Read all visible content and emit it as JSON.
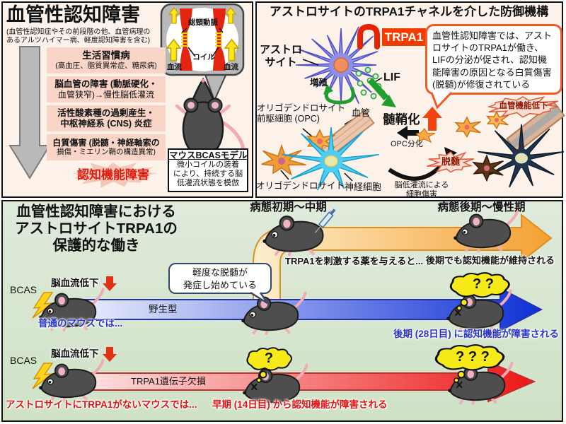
{
  "tl": {
    "title": "血管性認知障害",
    "subtitle1": "(血管性認知症やその前段階の他、血管病理の",
    "subtitle2": "あるアルツハイマー病、軽度認知障害を含む)",
    "boxes": [
      {
        "l1": "生活習慣病",
        "l2": "(高血圧、脂質異常症、糖尿病)"
      },
      {
        "l1": "脳血管の障害 (動脈硬化・",
        "l2": "血管狭窄)→慢性脳低灌流"
      },
      {
        "l1": "活性酸素種の過剰産生・",
        "l2": "中枢神経系 (CNS) 炎症"
      },
      {
        "l1": "白質傷害 (脱髄・神経軸索の",
        "l2": "損傷・ミエリン鞘の構造異常)"
      }
    ],
    "outcome": "認知機能障害",
    "inset": {
      "artery": "総頸動脈",
      "coil": "コイル",
      "flow_left": "血流",
      "flow_right": "血流"
    },
    "bcas_box": {
      "title": "マウスBCASモデル",
      "l1": "微小コイルの装着",
      "l2": "により、持続する脳",
      "l3": "低灌流状態を模倣"
    }
  },
  "tr": {
    "title": "アストロサイトのTRPA1チャネルを介した防御機構",
    "astro_l1": "アストロ",
    "astro_l2": "サイト",
    "trpa1": "TRPA1",
    "lif": "LIF",
    "proliferation": "増殖",
    "bubble": "血管性認知障害では、アストロサイトのTRPA1が働き、LIFの分泌が促され、認知機能障害の原因となる白質傷害(脱髄)が修復されている",
    "opc_l1": "オリゴデンドロサイト",
    "opc_l2": "前駆細胞 (OPC)",
    "vessel": "血管",
    "myelination": "髄鞘化",
    "opc_diff": "OPC分化",
    "oligo": "オリゴデンドロサイト",
    "neuron": "神経細胞",
    "hypo_l1": "脳低灌流による",
    "hypo_l2": "細胞傷害",
    "vascular_decline": "血管機能低下",
    "demyelination": "脱髄"
  },
  "bt": {
    "title_l1": "血管性認知障害における",
    "title_l2": "アストロサイトTRPA1の",
    "title_l3": "保護的な働き",
    "stage_early": "病態初期〜中期",
    "stage_late": "病態後期〜慢性期",
    "drug": "TRPA1を刺激する薬を与えると...",
    "maintained": "後期でも認知機能が維持される",
    "bubble_l1": "軽度な脱髄が",
    "bubble_l2": "発症し始めている",
    "wt": {
      "bcas": "BCAS",
      "cbf": "脳血流低下",
      "label": "野生型",
      "left_note": "普通のマウスでは...",
      "right_note": "後期 (28日目) に認知機能が障害される",
      "cloud": "? ?"
    },
    "ko": {
      "bcas": "BCAS",
      "cbf": "脳血流低下",
      "label": "TRPA1遺伝子欠損",
      "left_note": "アストロサイトにTRPA1がないマウスでは...",
      "mid_note": "早期 (14日目) から認知機能が障害される",
      "cloud_mid": "?",
      "cloud_right": "? ? ?"
    }
  }
}
